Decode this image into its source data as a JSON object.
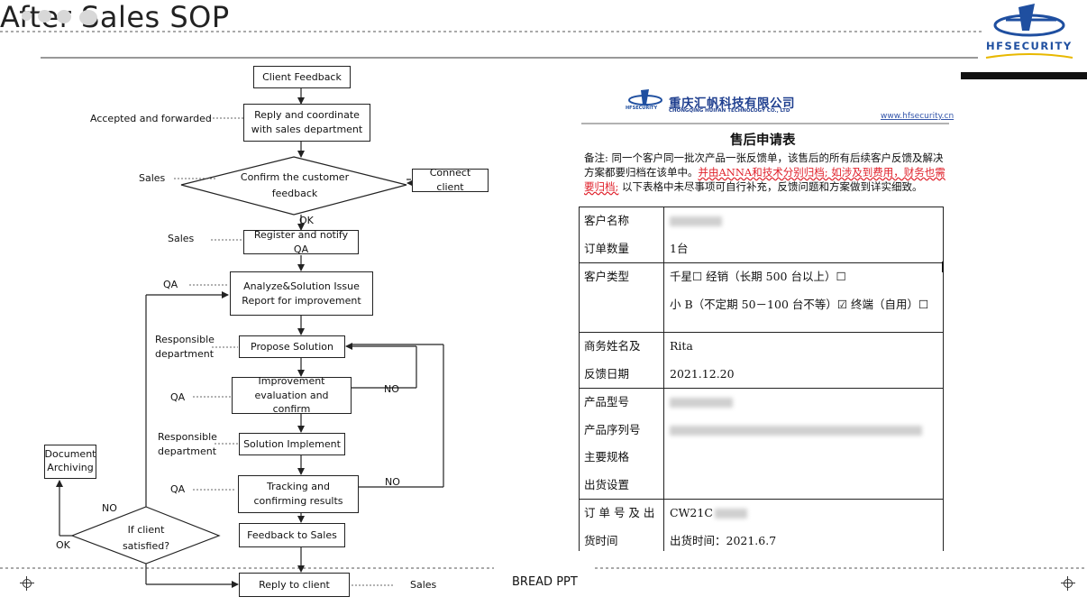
{
  "slide": {
    "title": "After Sales SOP",
    "footer": "BREAD PPT"
  },
  "logo": {
    "brand": "HFSECURITY",
    "colors": {
      "blue": "#1f4fa0",
      "gold": "#e8b800"
    }
  },
  "flowchart": {
    "client_feedback": "Client Feedback",
    "reply_coordinate": "Reply and coordinate with sales department",
    "confirm_feedback": "Confirm the customer feedback",
    "connect_client": "Connect client",
    "register_notify": "Register and notify QA",
    "analyze_solution": "Analyze&Solution Issue Report for improvement",
    "propose_solution": "Propose Solution",
    "improvement_eval": "Improvement evaluation and confirm",
    "solution_implement": "Solution Implement",
    "tracking_confirming": "Tracking and confirming results",
    "feedback_to_sales": "Feedback to Sales",
    "reply_to_client": "Reply to client",
    "if_satisfied": "If client satisfied?",
    "document_archiving": "Document Archiving",
    "lbl_accepted": "Accepted and forwarded",
    "lbl_sales_1": "Sales",
    "lbl_ok_1": "OK",
    "lbl_sales_2": "Sales",
    "lbl_qa_1": "QA",
    "lbl_resp_1": "Responsible department",
    "lbl_qa_2": "QA",
    "lbl_no_1": "NO",
    "lbl_resp_2": "Responsible department",
    "lbl_qa_3": "QA",
    "lbl_no_2": "NO",
    "lbl_no_3": "NO",
    "lbl_ok_2": "OK",
    "lbl_sales_3": "Sales"
  },
  "document": {
    "company_cn": "重庆汇帆科技有限公司",
    "company_en": "CHONGQING HUIFAN TECHNOLOGY CO., LTD",
    "logo_text": "HFSECURITY",
    "website": "www.hfsecurity.cn",
    "form_title": "售后申请表",
    "note_part1": "备注: 同一个客户同一批次产品一张反馈单，该售后的所有后续客户反馈及解决方案都要归档在该单中。",
    "note_red": "并由ANNA和技术分别归档; 如涉及到费用，财务也需要归档;",
    "note_part2": " 以下表格中未尽事项可自行补充，反馈问题和方案做到详实细致。",
    "rows": {
      "customer_name_label": "客户名称",
      "order_qty_label": "订单数量",
      "order_qty_value": "1台",
      "customer_type_label": "客户类型",
      "type_line1": "千星☐  经销（长期 500 台以上）☐",
      "type_line2": "小 B（不定期 50－100 台不等）☑  终端（自用）☐",
      "sales_name_label": "商务姓名及",
      "sales_name_value": "Rita",
      "feedback_date_label": "反馈日期",
      "feedback_date_value": "2021.12.20",
      "product_model_label": "产品型号",
      "product_serial_label": "产品序列号",
      "main_spec_label": "主要规格",
      "shipping_setup_label": "出货设置",
      "order_no_label": "订 单 号 及 出",
      "order_no_value": "CW21C",
      "ship_time_label": "货时间",
      "ship_time_value": "出货时间：2021.6.7"
    }
  }
}
